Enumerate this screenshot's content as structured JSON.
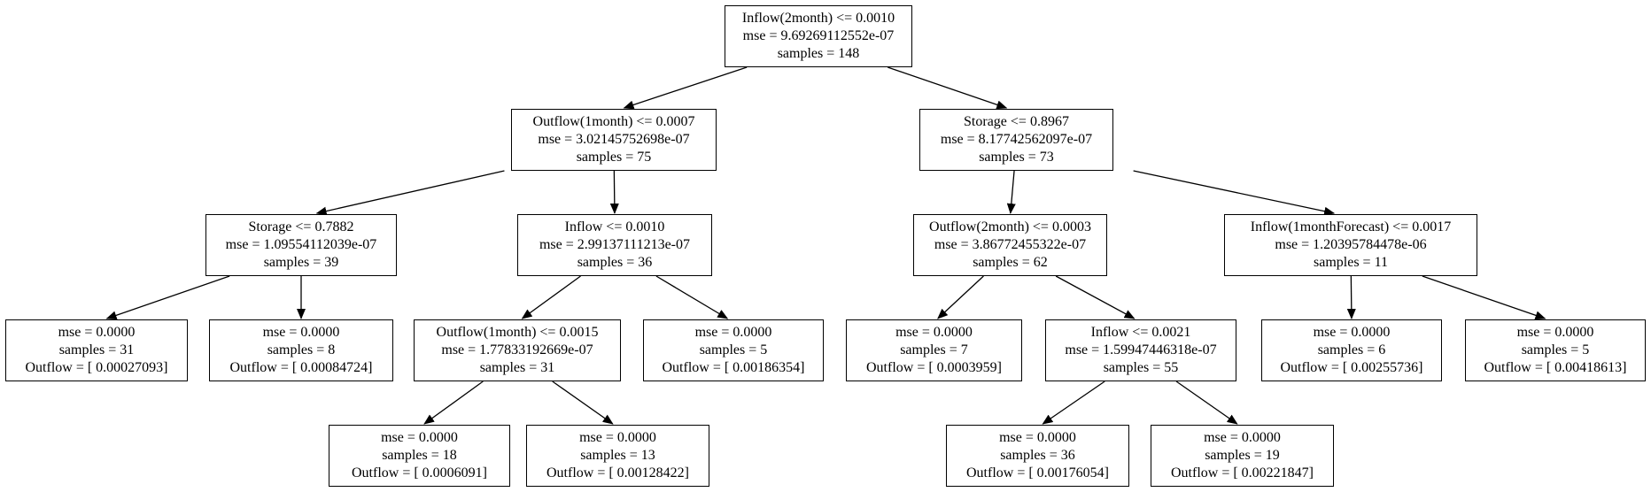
{
  "tree": {
    "nodes": [
      {
        "id": "n0",
        "lines": [
          "Inflow(2month) <= 0.0010",
          "mse = 9.69269112552e-07",
          "samples = 148"
        ]
      },
      {
        "id": "n1",
        "lines": [
          "Outflow(1month) <= 0.0007",
          "mse = 3.02145752698e-07",
          "samples = 75"
        ]
      },
      {
        "id": "n2",
        "lines": [
          "Storage <= 0.8967",
          "mse = 8.17742562097e-07",
          "samples = 73"
        ]
      },
      {
        "id": "n3",
        "lines": [
          "Storage <= 0.7882",
          "mse = 1.09554112039e-07",
          "samples = 39"
        ]
      },
      {
        "id": "n4",
        "lines": [
          "Inflow <= 0.0010",
          "mse = 2.99137111213e-07",
          "samples = 36"
        ]
      },
      {
        "id": "n5",
        "lines": [
          "Outflow(2month) <= 0.0003",
          "mse = 3.86772455322e-07",
          "samples = 62"
        ]
      },
      {
        "id": "n6",
        "lines": [
          "Inflow(1monthForecast) <= 0.0017",
          "mse = 1.20395784478e-06",
          "samples = 11"
        ]
      },
      {
        "id": "n7",
        "lines": [
          "mse = 0.0000",
          "samples = 31",
          "Outflow = [ 0.00027093]"
        ]
      },
      {
        "id": "n8",
        "lines": [
          "mse = 0.0000",
          "samples = 8",
          "Outflow = [ 0.00084724]"
        ]
      },
      {
        "id": "n9",
        "lines": [
          "Outflow(1month) <= 0.0015",
          "mse = 1.77833192669e-07",
          "samples = 31"
        ]
      },
      {
        "id": "n10",
        "lines": [
          "mse = 0.0000",
          "samples = 5",
          "Outflow = [ 0.00186354]"
        ]
      },
      {
        "id": "n11",
        "lines": [
          "mse = 0.0000",
          "samples = 7",
          "Outflow = [ 0.0003959]"
        ]
      },
      {
        "id": "n12",
        "lines": [
          "Inflow <= 0.0021",
          "mse = 1.59947446318e-07",
          "samples = 55"
        ]
      },
      {
        "id": "n13",
        "lines": [
          "mse = 0.0000",
          "samples = 6",
          "Outflow = [ 0.00255736]"
        ]
      },
      {
        "id": "n14",
        "lines": [
          "mse = 0.0000",
          "samples = 5",
          "Outflow = [ 0.00418613]"
        ]
      },
      {
        "id": "n15",
        "lines": [
          "mse = 0.0000",
          "samples = 18",
          "Outflow = [ 0.0006091]"
        ]
      },
      {
        "id": "n16",
        "lines": [
          "mse = 0.0000",
          "samples = 13",
          "Outflow = [ 0.00128422]"
        ]
      },
      {
        "id": "n17",
        "lines": [
          "mse = 0.0000",
          "samples = 36",
          "Outflow = [ 0.00176054]"
        ]
      },
      {
        "id": "n18",
        "lines": [
          "mse = 0.0000",
          "samples = 19",
          "Outflow = [ 0.00221847]"
        ]
      }
    ],
    "edges": [
      [
        "n0",
        "n1"
      ],
      [
        "n0",
        "n2"
      ],
      [
        "n1",
        "n3"
      ],
      [
        "n1",
        "n4"
      ],
      [
        "n2",
        "n5"
      ],
      [
        "n2",
        "n6"
      ],
      [
        "n3",
        "n7"
      ],
      [
        "n3",
        "n8"
      ],
      [
        "n4",
        "n9"
      ],
      [
        "n4",
        "n10"
      ],
      [
        "n5",
        "n11"
      ],
      [
        "n5",
        "n12"
      ],
      [
        "n6",
        "n13"
      ],
      [
        "n6",
        "n14"
      ],
      [
        "n9",
        "n15"
      ],
      [
        "n9",
        "n16"
      ],
      [
        "n12",
        "n17"
      ],
      [
        "n12",
        "n18"
      ]
    ]
  }
}
